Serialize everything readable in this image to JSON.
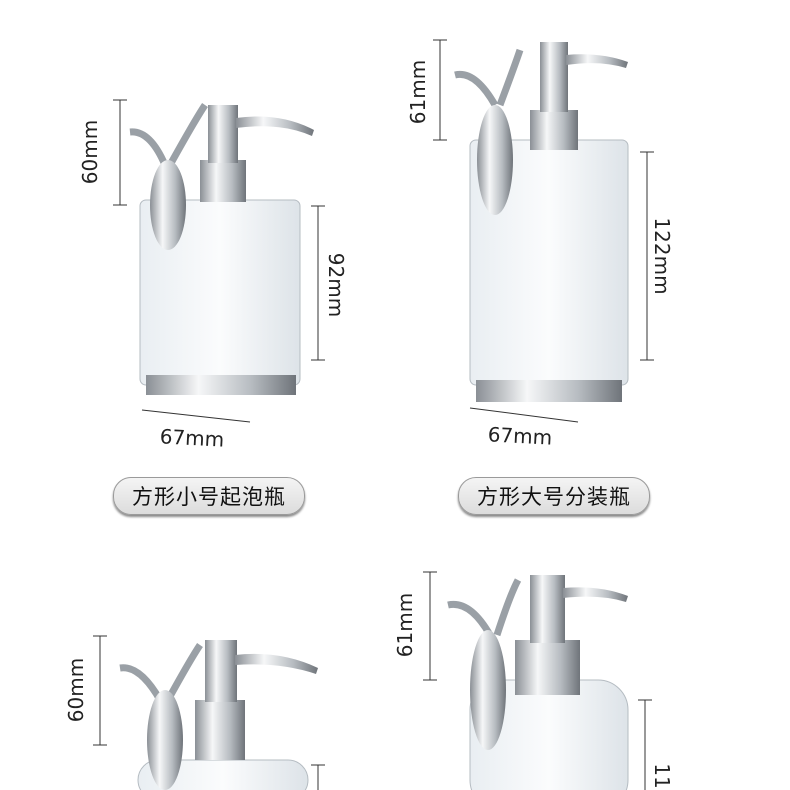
{
  "products": [
    {
      "name": "方形小号起泡瓶",
      "pump_height": "60mm",
      "body_height": "92mm",
      "width": "67mm"
    },
    {
      "name": "方形大号分装瓶",
      "pump_height": "61mm",
      "body_height": "122mm",
      "width": "67mm"
    }
  ],
  "lower": [
    {
      "pump_height": "60mm"
    },
    {
      "pump_height": "61mm",
      "body_height_partial": "11"
    }
  ]
}
